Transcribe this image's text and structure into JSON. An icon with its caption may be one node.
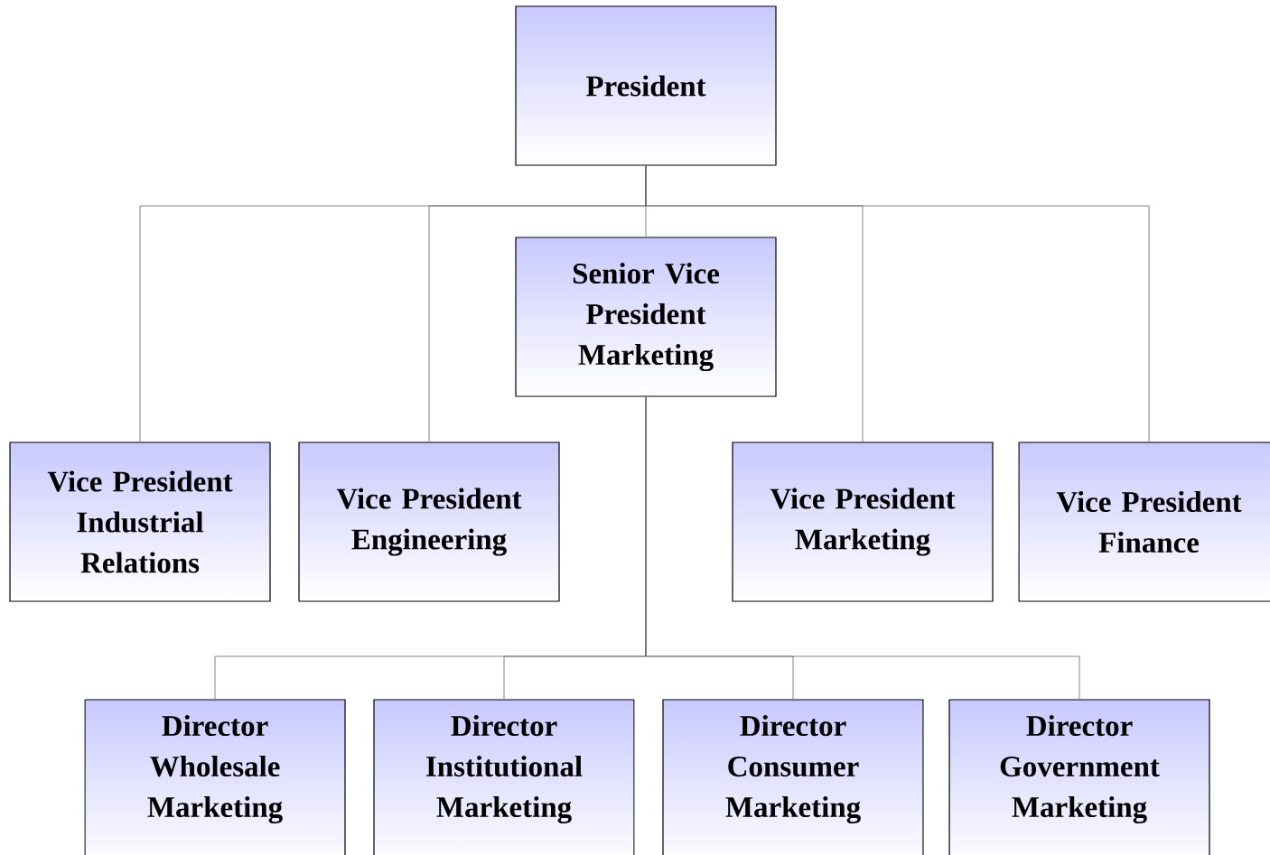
{
  "diagram": {
    "nodes": [
      {
        "text": [
          "President"
        ]
      },
      {
        "text": [
          "Senior Vice President Marketing"
        ]
      },
      {
        "text": [
          "Vice President Industrial Relations"
        ]
      },
      {
        "text": [
          "Vice President Engineering"
        ]
      },
      {
        "text": [
          "Vice President Marketing"
        ]
      },
      {
        "text": [
          "Vice President Finance"
        ]
      },
      {
        "text": [
          "Director Wholesale Marketing"
        ]
      },
      {
        "text": [
          "Director Institutional Marketing"
        ]
      },
      {
        "text": [
          "Director Consumer Marketing"
        ]
      },
      {
        "text": [
          "Director Government Marketing"
        ]
      }
    ],
    "edges": [
      {
        "from": 0,
        "to": 1,
        "arrow": "none"
      },
      {
        "from": 0,
        "to": 2,
        "arrow": "none"
      },
      {
        "from": 0,
        "to": 3,
        "arrow": "none"
      },
      {
        "from": 0,
        "to": 4,
        "arrow": "none"
      },
      {
        "from": 0,
        "to": 5,
        "arrow": "none"
      },
      {
        "from": 1,
        "to": 6,
        "arrow": "none"
      },
      {
        "from": 1,
        "to": 7,
        "arrow": "none"
      },
      {
        "from": 1,
        "to": 8,
        "arrow": "none"
      },
      {
        "from": 1,
        "to": 9,
        "arrow": "none"
      }
    ]
  }
}
